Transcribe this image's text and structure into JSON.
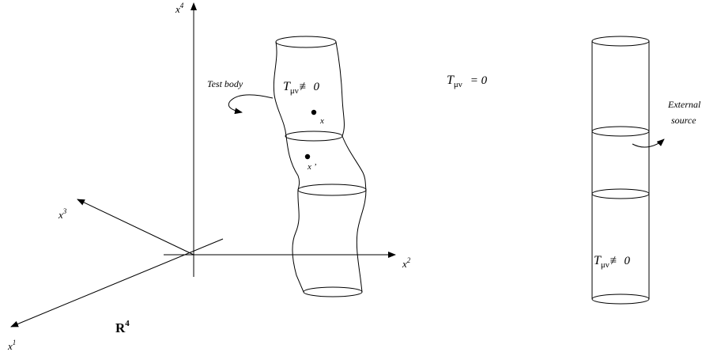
{
  "axes": {
    "x1": {
      "base": "x",
      "sup": "1"
    },
    "x2": {
      "base": "x",
      "sup": "2"
    },
    "x3": {
      "base": "x",
      "sup": "3"
    },
    "x4": {
      "base": "x",
      "sup": "4"
    }
  },
  "space_label": {
    "base": "R",
    "sup": "4"
  },
  "test_body": {
    "label": "Test body",
    "tensor_base": "T",
    "tensor_sub": "μν",
    "tensor_rel": "≢ 0",
    "point_x": "x",
    "point_xprime": "x ’"
  },
  "vacuum": {
    "tensor_base": "T",
    "tensor_sub": "μν",
    "tensor_rel": "= 0"
  },
  "external": {
    "label_line1": "External",
    "label_line2": "source",
    "tensor_base": "T",
    "tensor_sub": "μν",
    "tensor_rel": "≢ 0"
  },
  "colors": {
    "stroke": "#000000",
    "background": "#ffffff"
  }
}
